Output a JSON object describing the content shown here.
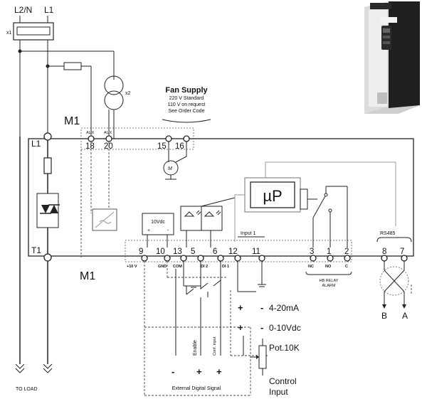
{
  "line_labels": {
    "l2n": "L2/N",
    "l1": "L1"
  },
  "fuse_labels": {
    "x1": "x1",
    "x2": "x2"
  },
  "module_labels": {
    "m1_top": "M1",
    "m1_bottom": "M1"
  },
  "fan_supply": {
    "title": "Fan Supply",
    "line1": "220 V Standard",
    "line2": "110 V on request",
    "line3": "See Order Code"
  },
  "aux_labels": {
    "aux1": "AUX",
    "aux2": "AUX"
  },
  "top_terminals": [
    "18",
    "20",
    "15",
    "16"
  ],
  "power_labels": {
    "l1": "L1",
    "t1": "T1",
    "to_load": "TO LOAD"
  },
  "supply_box": {
    "label": "10Vdc",
    "plus": "+",
    "minus": "-"
  },
  "micro": {
    "label": "µP"
  },
  "input1": "Input 1",
  "rs485": "RS485",
  "bottom_terminals": [
    "9",
    "10",
    "13",
    "5",
    "6",
    "12",
    "11",
    "3",
    "1",
    "2",
    "8",
    "7"
  ],
  "bottom_terminal_labels": {
    "plus10v": "+10 V",
    "gnd": "GND",
    "com": "COM I",
    "di2": "DI 2",
    "di1": "DI 1",
    "nc": "NC",
    "no": "NO",
    "c": "C"
  },
  "hb_relay": {
    "line1": "HB RELAY",
    "line2": "ALARM"
  },
  "rs485_ends": {
    "b": "B",
    "a": "A"
  },
  "analog_inputs": {
    "plus1": "+",
    "minus1": "-",
    "signal1": "4-20mA",
    "plus2": "+",
    "minus2": "-",
    "signal2": "0-10Vdc",
    "pot": "Pot.10K"
  },
  "control_input": {
    "line1": "Control",
    "line2": "Input"
  },
  "digital_signal": {
    "enable": "Enable",
    "conf_input": "Conf. input",
    "minus": "-",
    "plus1": "+",
    "plus2": "+",
    "label": "External Digital Signal"
  }
}
